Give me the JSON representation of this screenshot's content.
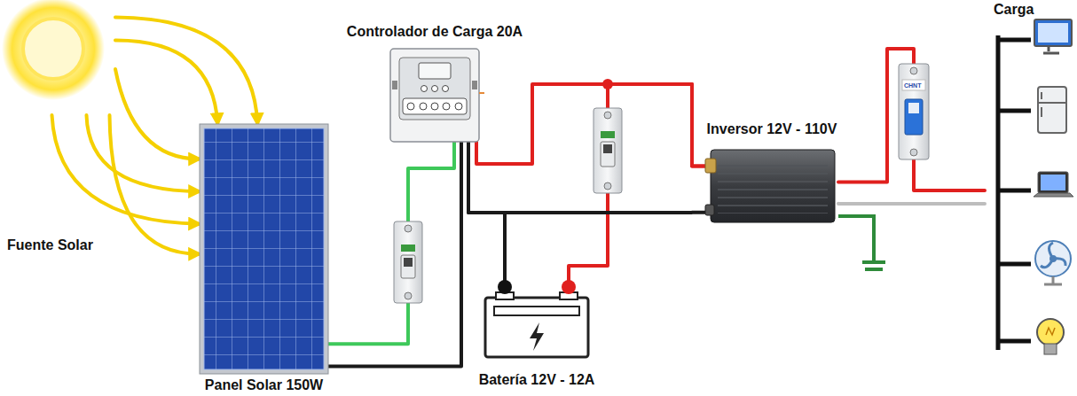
{
  "diagram": {
    "nodes": [
      {
        "text": [
          "Fuente Solar"
        ]
      },
      {
        "text": [
          "Panel Solar 150W"
        ]
      },
      {
        "text": [
          "Controlador de Carga 20A"
        ]
      },
      {
        "text": [
          "Batería 12V - 12A"
        ]
      },
      {
        "text": [
          "Inversor 12V - 110V"
        ]
      },
      {
        "text": [
          "Carga"
        ]
      }
    ],
    "edges": [
      {
        "from": 0,
        "to": 1,
        "arrow": "to"
      },
      {
        "from": 0,
        "to": 1,
        "arrow": "to"
      },
      {
        "from": 0,
        "to": 1,
        "arrow": "to"
      },
      {
        "from": 0,
        "to": 1,
        "arrow": "to"
      },
      {
        "from": 0,
        "to": 1,
        "arrow": "to"
      },
      {
        "from": 0,
        "to": 1,
        "arrow": "to"
      },
      {
        "from": 1,
        "to": 2,
        "arrow": "none"
      },
      {
        "from": 1,
        "to": 2,
        "arrow": "none"
      },
      {
        "from": 2,
        "to": 4,
        "arrow": "none"
      },
      {
        "from": 3,
        "to": 4,
        "arrow": "none"
      },
      {
        "from": 2,
        "to": 4,
        "arrow": "none"
      },
      {
        "from": 3,
        "to": 2,
        "arrow": "none"
      },
      {
        "from": 4,
        "to": 5,
        "arrow": "none"
      },
      {
        "from": 4,
        "to": 5,
        "arrow": "none"
      }
    ],
    "labels": [
      "CHNT"
    ]
  }
}
